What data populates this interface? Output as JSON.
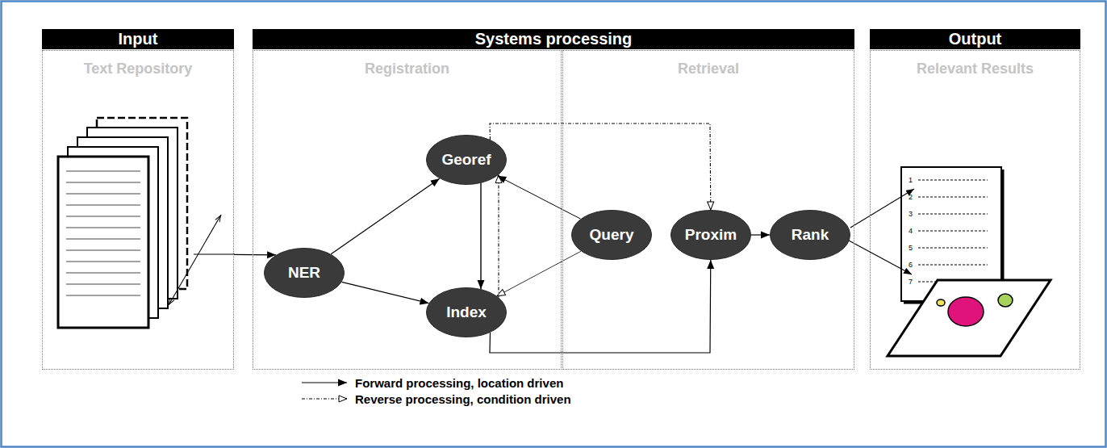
{
  "diagram": {
    "nodes": [
      {
        "text": [
          "Input"
        ]
      },
      {
        "text": [
          "Systems processing"
        ]
      },
      {
        "text": [
          "Output"
        ]
      },
      {
        "text": [
          "Text Repository"
        ]
      },
      {
        "text": [
          "Registration"
        ]
      },
      {
        "text": [
          "Retrieval"
        ]
      },
      {
        "text": [
          "Relevant Results"
        ]
      },
      {
        "text": [
          "NER"
        ],
        "in": 4
      },
      {
        "text": [
          "Georef"
        ],
        "in": 4
      },
      {
        "text": [
          "Index"
        ],
        "in": 4
      },
      {
        "text": [
          "Query"
        ],
        "in": 5
      },
      {
        "text": [
          "Proxim"
        ],
        "in": 5
      },
      {
        "text": [
          "Rank"
        ],
        "in": 5
      }
    ],
    "edges": [
      {
        "from": 3,
        "to": 7,
        "arrow": "to"
      },
      {
        "from": 7,
        "to": 8,
        "arrow": "to"
      },
      {
        "from": 7,
        "to": 9,
        "arrow": "to"
      },
      {
        "from": 8,
        "to": 9,
        "arrow": "to"
      },
      {
        "from": 9,
        "to": 8,
        "arrow": "to"
      },
      {
        "from": 10,
        "to": 8,
        "arrow": "to"
      },
      {
        "from": 10,
        "to": 9,
        "arrow": "to"
      },
      {
        "from": 8,
        "to": 11,
        "arrow": "to"
      },
      {
        "from": 9,
        "to": 11,
        "arrow": "to"
      },
      {
        "from": 11,
        "to": 12,
        "arrow": "to"
      }
    ],
    "labels": [
      "1",
      "2",
      "3",
      "4",
      "5",
      "6",
      "7"
    ],
    "legend": [
      {
        "text": "Forward processing, location driven"
      },
      {
        "text": "Reverse processing, condition driven"
      }
    ]
  }
}
